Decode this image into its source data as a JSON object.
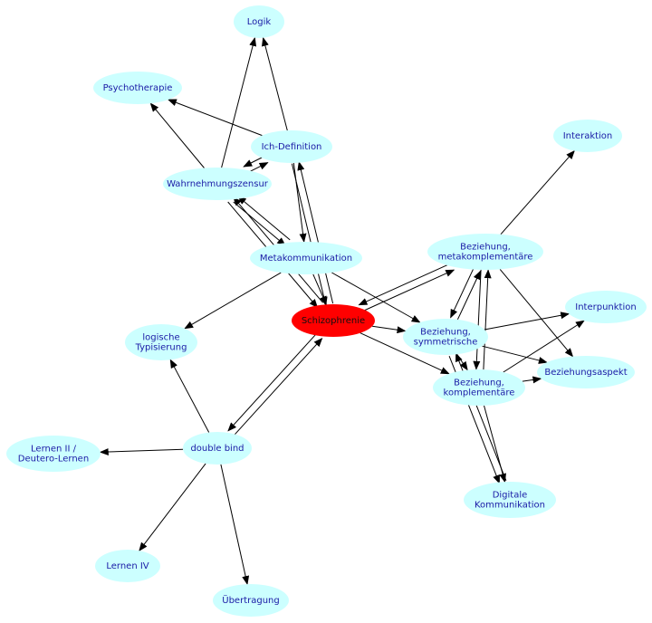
{
  "colors": {
    "node_fill": "#ccffff",
    "focus_fill": "#ff0000",
    "label": "#1a1aa6",
    "focus_label": "#111111",
    "edge": "#000000"
  },
  "nodes": [
    {
      "id": "logik",
      "lines": [
        "Logik"
      ]
    },
    {
      "id": "psychotherapie",
      "lines": [
        "Psychotherapie"
      ]
    },
    {
      "id": "ich-definition",
      "lines": [
        "Ich-Definition"
      ]
    },
    {
      "id": "wahrnehmungszensur",
      "lines": [
        "Wahrnehmungszensur"
      ]
    },
    {
      "id": "interaktion",
      "lines": [
        "Interaktion"
      ]
    },
    {
      "id": "metakommunikation",
      "lines": [
        "Metakommunikation"
      ]
    },
    {
      "id": "beziehung-metakomplementaere",
      "lines": [
        "Beziehung,",
        "metakomplementäre"
      ]
    },
    {
      "id": "interpunktion",
      "lines": [
        "Interpunktion"
      ]
    },
    {
      "id": "schizophrenie",
      "lines": [
        "Schizophrenie"
      ],
      "focus": true
    },
    {
      "id": "logische-typisierung",
      "lines": [
        "logische",
        "Typisierung"
      ]
    },
    {
      "id": "beziehung-symmetrische",
      "lines": [
        "Beziehung,",
        "symmetrische"
      ]
    },
    {
      "id": "beziehungsaspekt",
      "lines": [
        "Beziehungsaspekt"
      ]
    },
    {
      "id": "beziehung-komplementaere",
      "lines": [
        "Beziehung,",
        "komplementäre"
      ]
    },
    {
      "id": "lernen-ii",
      "lines": [
        "Lernen II /",
        "Deutero-Lernen"
      ]
    },
    {
      "id": "double-bind",
      "lines": [
        "double bind"
      ]
    },
    {
      "id": "digitale-kommunikation",
      "lines": [
        "Digitale",
        "Kommunikation"
      ]
    },
    {
      "id": "lernen-iv",
      "lines": [
        "Lernen IV"
      ]
    },
    {
      "id": "uebertragung",
      "lines": [
        "Übertragung"
      ]
    }
  ],
  "edges": [
    {
      "from": "wahrnehmungszensur",
      "to": "logik"
    },
    {
      "from": "ich-definition",
      "to": "logik"
    },
    {
      "from": "ich-definition",
      "to": "psychotherapie"
    },
    {
      "from": "wahrnehmungszensur",
      "to": "ich-definition"
    },
    {
      "from": "ich-definition",
      "to": "wahrnehmungszensur"
    },
    {
      "from": "wahrnehmungszensur",
      "to": "psychotherapie"
    },
    {
      "from": "ich-definition",
      "to": "metakommunikation"
    },
    {
      "from": "ich-definition",
      "to": "schizophrenie"
    },
    {
      "from": "schizophrenie",
      "to": "ich-definition"
    },
    {
      "from": "wahrnehmungszensur",
      "to": "metakommunikation"
    },
    {
      "from": "metakommunikation",
      "to": "wahrnehmungszensur"
    },
    {
      "from": "wahrnehmungszensur",
      "to": "schizophrenie"
    },
    {
      "from": "schizophrenie",
      "to": "wahrnehmungszensur"
    },
    {
      "from": "metakommunikation",
      "to": "schizophrenie"
    },
    {
      "from": "metakommunikation",
      "to": "logische-typisierung"
    },
    {
      "from": "metakommunikation",
      "to": "beziehung-symmetrische"
    },
    {
      "from": "schizophrenie",
      "to": "beziehung-metakomplementaere"
    },
    {
      "from": "beziehung-metakomplementaere",
      "to": "schizophrenie"
    },
    {
      "from": "schizophrenie",
      "to": "beziehung-symmetrische"
    },
    {
      "from": "schizophrenie",
      "to": "beziehung-komplementaere"
    },
    {
      "from": "schizophrenie",
      "to": "double-bind"
    },
    {
      "from": "double-bind",
      "to": "schizophrenie"
    },
    {
      "from": "beziehung-metakomplementaere",
      "to": "interaktion"
    },
    {
      "from": "beziehung-metakomplementaere",
      "to": "beziehung-symmetrische"
    },
    {
      "from": "beziehung-symmetrische",
      "to": "beziehung-metakomplementaere"
    },
    {
      "from": "beziehung-metakomplementaere",
      "to": "beziehung-komplementaere"
    },
    {
      "from": "beziehung-komplementaere",
      "to": "beziehung-metakomplementaere"
    },
    {
      "from": "beziehung-metakomplementaere",
      "to": "beziehungsaspekt"
    },
    {
      "from": "beziehung-symmetrische",
      "to": "interpunktion"
    },
    {
      "from": "beziehung-symmetrische",
      "to": "beziehung-komplementaere"
    },
    {
      "from": "beziehung-symmetrische",
      "to": "beziehungsaspekt"
    },
    {
      "from": "beziehung-symmetrische",
      "to": "digitale-kommunikation"
    },
    {
      "from": "beziehung-komplementaere",
      "to": "interpunktion"
    },
    {
      "from": "beziehung-komplementaere",
      "to": "beziehungsaspekt"
    },
    {
      "from": "beziehung-komplementaere",
      "to": "digitale-kommunikation"
    },
    {
      "from": "digitale-kommunikation",
      "to": "beziehung-symmetrische"
    },
    {
      "from": "double-bind",
      "to": "logische-typisierung"
    },
    {
      "from": "double-bind",
      "to": "lernen-ii"
    },
    {
      "from": "double-bind",
      "to": "lernen-iv"
    },
    {
      "from": "double-bind",
      "to": "uebertragung"
    }
  ]
}
